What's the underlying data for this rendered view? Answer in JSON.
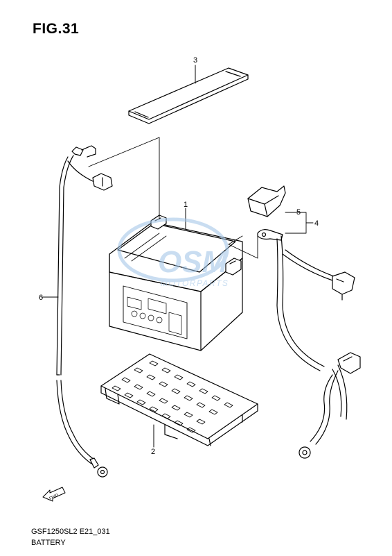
{
  "figure": {
    "title": "FIG.31",
    "code": "GSF1250SL2 E21_031",
    "caption": "BATTERY"
  },
  "callouts": [
    "1",
    "2",
    "3",
    "4",
    "5",
    "6"
  ],
  "watermark": {
    "brand": "OSM",
    "sub": "MOTORPARTS"
  },
  "direction_arrow": {
    "label": "FWD"
  },
  "colors": {
    "line": "#000000",
    "watermark": "#9ec3e6"
  }
}
